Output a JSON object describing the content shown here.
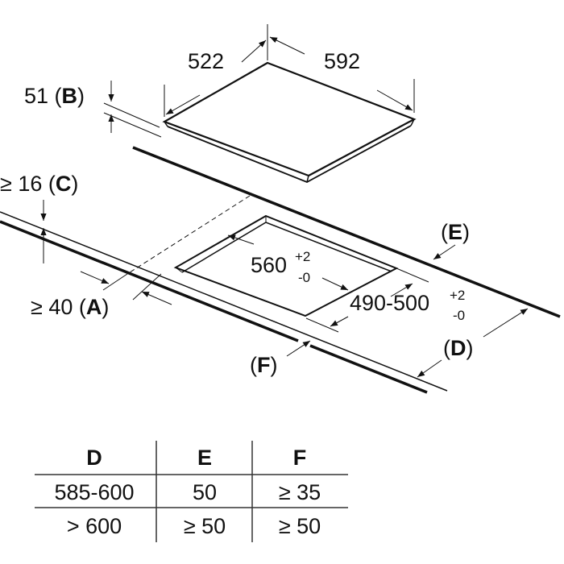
{
  "dimensions": {
    "width": "522",
    "depth": "592",
    "height_b": {
      "value": "51",
      "letter": "B"
    },
    "clearance_c": {
      "value": "≥ 16",
      "letter": "C"
    },
    "clearance_a": {
      "value": "≥ 40",
      "letter": "A"
    },
    "cutout_width": {
      "value": "560",
      "tol_plus": "+2",
      "tol_minus": "-0"
    },
    "cutout_depth": {
      "value": "490-500",
      "tol_plus": "+2",
      "tol_minus": "-0"
    },
    "label_e": "E",
    "label_d": "D",
    "label_f": "F"
  },
  "table": {
    "headers": [
      "D",
      "E",
      "F"
    ],
    "rows": [
      [
        "585-600",
        "50",
        "≥ 35"
      ],
      [
        "> 600",
        "≥ 50",
        "≥ 50"
      ]
    ]
  }
}
